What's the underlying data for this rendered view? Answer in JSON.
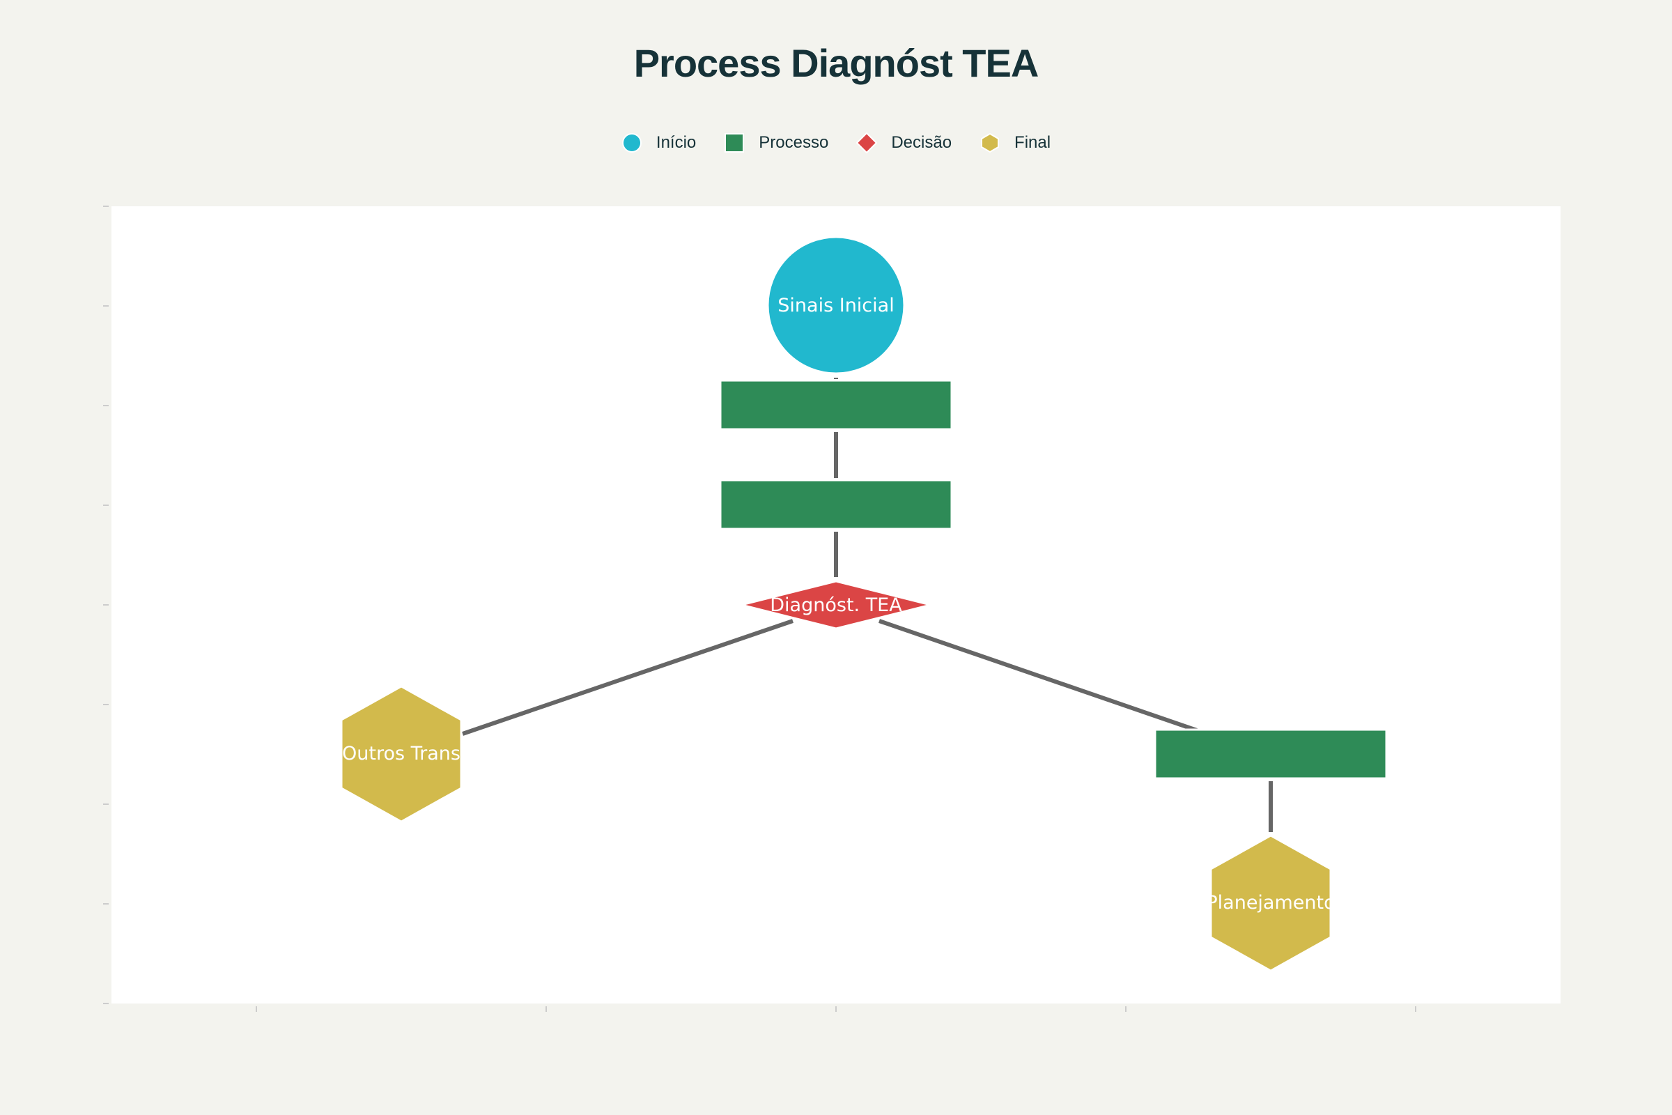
{
  "title": "Process Diagnóst TEA",
  "legend": [
    {
      "label": "Início",
      "kind": "inicio"
    },
    {
      "label": "Processo",
      "kind": "processo"
    },
    {
      "label": "Decisão",
      "kind": "decisao"
    },
    {
      "label": "Final",
      "kind": "final"
    }
  ],
  "colors": {
    "inicio": "#21b8ce",
    "processo": "#2e8b57",
    "decisao": "#db4545",
    "final": "#d2ba4c",
    "edge": "#666666",
    "plot_bg": "#ffffff",
    "page_bg": "#f3f3ee",
    "title": "#163238"
  },
  "nodes": [
    {
      "id": "sinais",
      "kind": "inicio",
      "label": "Sinais Inicial"
    },
    {
      "id": "proc1",
      "kind": "processo",
      "label": ""
    },
    {
      "id": "proc2",
      "kind": "processo",
      "label": ""
    },
    {
      "id": "diag",
      "kind": "decisao",
      "label": "Diagnóst. TEA"
    },
    {
      "id": "outros",
      "kind": "final",
      "label": "Outros Trans"
    },
    {
      "id": "proc3",
      "kind": "processo",
      "label": ""
    },
    {
      "id": "planej",
      "kind": "final",
      "label": "Planejamento"
    }
  ],
  "edges": [
    {
      "from": "sinais",
      "to": "proc1"
    },
    {
      "from": "proc1",
      "to": "proc2"
    },
    {
      "from": "proc2",
      "to": "diag"
    },
    {
      "from": "diag",
      "to": "outros"
    },
    {
      "from": "diag",
      "to": "proc3"
    },
    {
      "from": "proc3",
      "to": "planej"
    }
  ]
}
